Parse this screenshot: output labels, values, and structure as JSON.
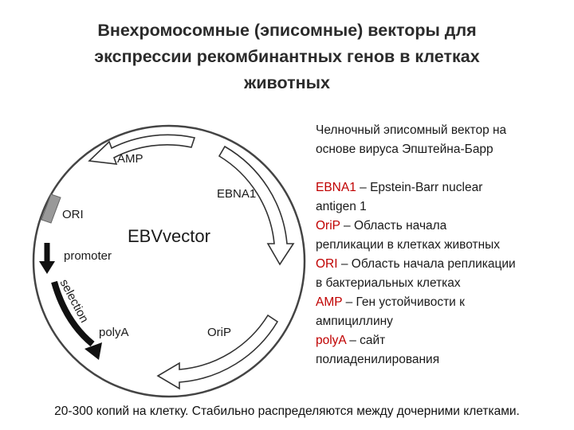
{
  "slide": {
    "title_lines": [
      "Внехромосомные (эписомные) векторы для",
      "экспрессии рекомбинантных генов в клетках",
      "животных"
    ],
    "footer": "20-300 копий на клетку. Стабильно распределяются между дочерними клетками."
  },
  "diagram": {
    "center_label": "EBVvector",
    "labels": {
      "amp": "AMP",
      "ebna1": "EBNA1",
      "ori": "ORI",
      "promoter": "promoter",
      "selection": "selection",
      "polya": "polyA",
      "orip": "OriP"
    },
    "colors": {
      "ring": "#444444",
      "arrow_fill_light": "#ffffff",
      "arrow_fill_dark": "#111111",
      "ori_block": "#888888"
    }
  },
  "panel": {
    "intro_lines": [
      "Челночный эписомный вектор на",
      "основе вируса Эпштейна-Барр"
    ],
    "legend": [
      {
        "abbr": "EBNA1",
        "text_lines": [
          " – Epstein-Barr nuclear",
          "antigen 1"
        ]
      },
      {
        "abbr": "OriP",
        "text_lines": [
          " – Область начала",
          "репликации в клетках животных"
        ]
      },
      {
        "abbr": "ORI",
        "text_lines": [
          " – Область начала репликации",
          "в бактериальных клетках"
        ]
      },
      {
        "abbr": "AMP",
        "text_lines": [
          " – Ген устойчивости к",
          "ампициллину"
        ]
      },
      {
        "abbr": "polyA",
        "text_lines": [
          " – сайт",
          "полиаденилирования"
        ]
      }
    ],
    "abbr_color": "#c00000"
  }
}
